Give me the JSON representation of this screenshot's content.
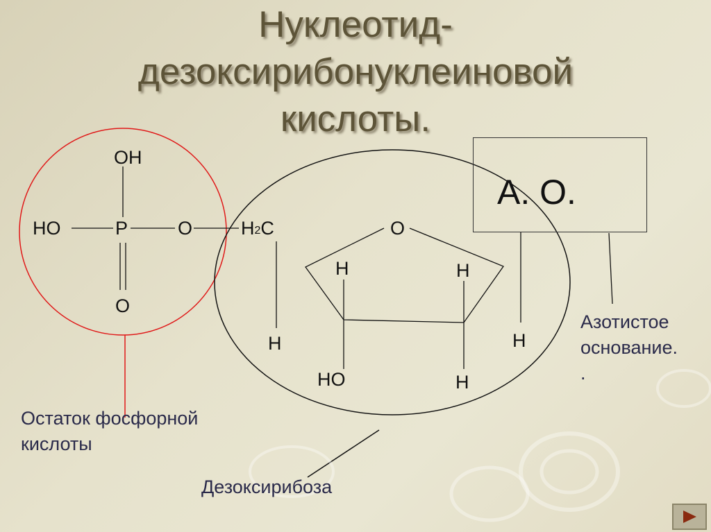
{
  "title": {
    "line1": "Нуклеотид-",
    "line2": "дезоксирибонуклеиновой",
    "line3": "кислоты."
  },
  "phosphate": {
    "oh_top": "OH",
    "ho_left": "HO",
    "p": "P",
    "o_bridge": "O",
    "o_bottom": "O"
  },
  "sugar": {
    "h2c_main": "H",
    "h2c_sub": "2",
    "h2c_c": "C",
    "h_c5": "H",
    "o_ring": "O",
    "h_c3": "H",
    "h_c2": "H",
    "ho_c3": "HO",
    "h_c2_bottom": "H",
    "h_c1": "H"
  },
  "base_box": {
    "text": "A. O."
  },
  "labels": {
    "phosphate_line1": "Остаток фосфорной",
    "phosphate_line2": "кислоты",
    "sugar": "Дезоксирибоза",
    "base_line1": "Азотистое",
    "base_line2": "основание.",
    "base_line3": "."
  },
  "colors": {
    "title": "#5d5438",
    "phosphate_circle": "#e01818",
    "sugar_ellipse": "#111111",
    "label_text": "#2a2a4a"
  },
  "nav": {
    "icon": "play-arrow-icon"
  }
}
